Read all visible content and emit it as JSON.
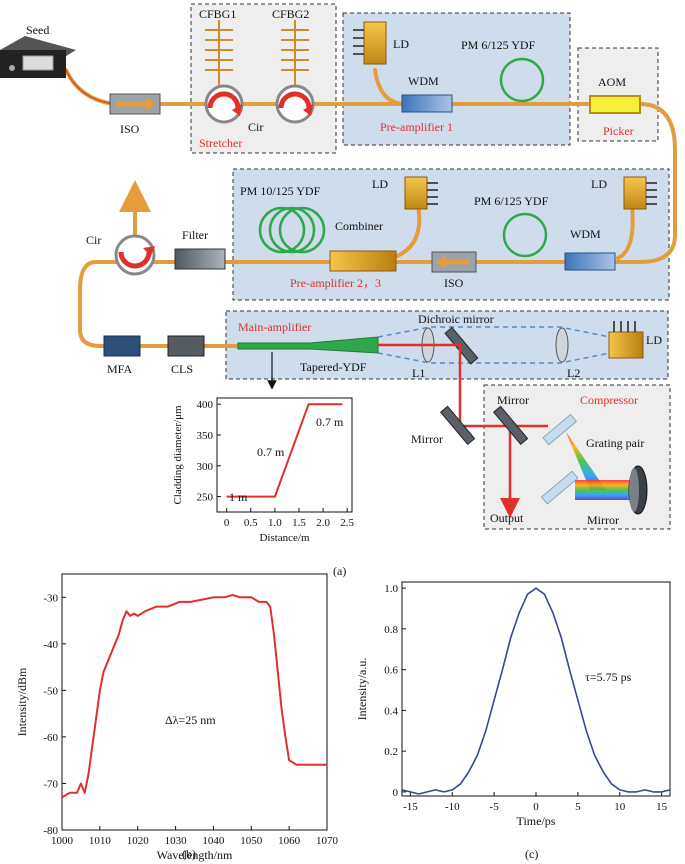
{
  "labels": {
    "seed": "Seed",
    "iso1": "ISO",
    "cfbg1": "CFBG1",
    "cfbg2": "CFBG2",
    "cir1": "Cir",
    "stretcher": "Stretcher",
    "ld_pre1": "LD",
    "pm6_pre1": "PM 6/125 YDF",
    "wdm_pre1": "WDM",
    "pre_amp1": "Pre-amplifier 1",
    "aom": "AOM",
    "picker": "Picker",
    "pm10": "PM 10/125 YDF",
    "ld_comb": "LD",
    "combiner": "Combiner",
    "pre_amp23": "Pre-amplifier 2，3",
    "pm6_pre2": "PM 6/125 YDF",
    "ld_pre2": "LD",
    "wdm_pre2": "WDM",
    "iso2": "ISO",
    "cir2": "Cir",
    "filter": "Filter",
    "main_amp": "Main-amplifier",
    "dichroic": "Dichroic mirror",
    "ld_main": "LD",
    "l1": "L1",
    "l2": "L2",
    "tapered": "Tapered-YDF",
    "mfa": "MFA",
    "cls": "CLS",
    "mirror_left": "Mirror",
    "mirror_top": "Mirror",
    "compressor": "Compressor",
    "grating_pair": "Grating pair",
    "output": "Output",
    "mirror_bottom": "Mirror",
    "panel_a": "(a)",
    "panel_b": "(b)",
    "panel_c": "(c)"
  },
  "colors": {
    "fiber": "#e39d3c",
    "box": "#cfdcec",
    "stage": "#eeeeee",
    "red": "#e0302b",
    "blue": "#34479b"
  },
  "chart_data": [
    {
      "type": "line",
      "xlabel": "Distance/m",
      "ylabel": "Cladding diameter/μm",
      "xlim": [
        -0.2,
        2.6
      ],
      "ylim": [
        225,
        410
      ],
      "xticks": [
        "0",
        "0.5",
        "1.0",
        "1.5",
        "2.0",
        "2.5"
      ],
      "yticks": [
        "250",
        "300",
        "350",
        "400"
      ],
      "series": [
        {
          "x": [
            0,
            1.0,
            1.7,
            2.4
          ],
          "y": [
            250,
            250,
            400,
            400
          ]
        }
      ],
      "annotations": [
        "1 m",
        "0.7 m",
        "0.7 m"
      ]
    },
    {
      "type": "line",
      "xlabel": "Wavelength/nm",
      "ylabel": "Intensity/dBm",
      "xlim": [
        1000,
        1070
      ],
      "ylim": [
        -80,
        -25
      ],
      "xticks": [
        "1000",
        "1010",
        "1020",
        "1030",
        "1040",
        "1050",
        "1060",
        "1070"
      ],
      "yticks": [
        "-80",
        "-70",
        "-60",
        "-50",
        "-40",
        "-30"
      ],
      "series": [
        {
          "x": [
            1000,
            1002,
            1004,
            1005,
            1006,
            1007,
            1008,
            1009,
            1010,
            1011,
            1012,
            1013,
            1014,
            1015,
            1016,
            1017,
            1018,
            1019,
            1020,
            1022,
            1025,
            1028,
            1031,
            1034,
            1037,
            1040,
            1043,
            1045,
            1047,
            1050,
            1052,
            1054,
            1055,
            1056,
            1057,
            1058,
            1059,
            1060,
            1062,
            1065,
            1068,
            1070
          ],
          "y": [
            -73,
            -72,
            -72,
            -70,
            -72,
            -68,
            -62,
            -56,
            -50,
            -46,
            -44,
            -42,
            -40,
            -38,
            -35,
            -33,
            -34,
            -33.5,
            -34,
            -33,
            -32,
            -32,
            -31,
            -31,
            -30.5,
            -30,
            -30,
            -29.5,
            -30,
            -30,
            -31,
            -31,
            -32,
            -38,
            -46,
            -54,
            -60,
            -65,
            -66,
            -66,
            -66,
            -66
          ]
        }
      ],
      "annotations": [
        "Δλ=25 nm"
      ]
    },
    {
      "type": "line",
      "xlabel": "Time/ps",
      "ylabel": "Intensity/a.u.",
      "xlim": [
        -16,
        16
      ],
      "ylim": [
        -0.02,
        1.03
      ],
      "xticks": [
        "-15",
        "-10",
        "-5",
        "0",
        "5",
        "10",
        "15"
      ],
      "yticks": [
        "0",
        "0.2",
        "0.4",
        "0.6",
        "0.8",
        "1.0"
      ],
      "series": [
        {
          "x": [
            -16,
            -15,
            -14,
            -13,
            -12,
            -11,
            -10,
            -9,
            -8,
            -7,
            -6,
            -5,
            -4,
            -3,
            -2,
            -1,
            0,
            1,
            2,
            3,
            4,
            5,
            6,
            7,
            8,
            9,
            10,
            11,
            12,
            13,
            14,
            15,
            16
          ],
          "y": [
            0.01,
            0.0,
            -0.01,
            0.0,
            0.01,
            0.0,
            0.01,
            0.04,
            0.1,
            0.18,
            0.3,
            0.45,
            0.6,
            0.76,
            0.88,
            0.97,
            1.0,
            0.97,
            0.88,
            0.76,
            0.6,
            0.45,
            0.3,
            0.18,
            0.1,
            0.04,
            0.01,
            0.0,
            0.0,
            0.01,
            0.0,
            0.0,
            0.01
          ]
        }
      ],
      "annotations": [
        "τ=5.75 ps"
      ]
    }
  ]
}
